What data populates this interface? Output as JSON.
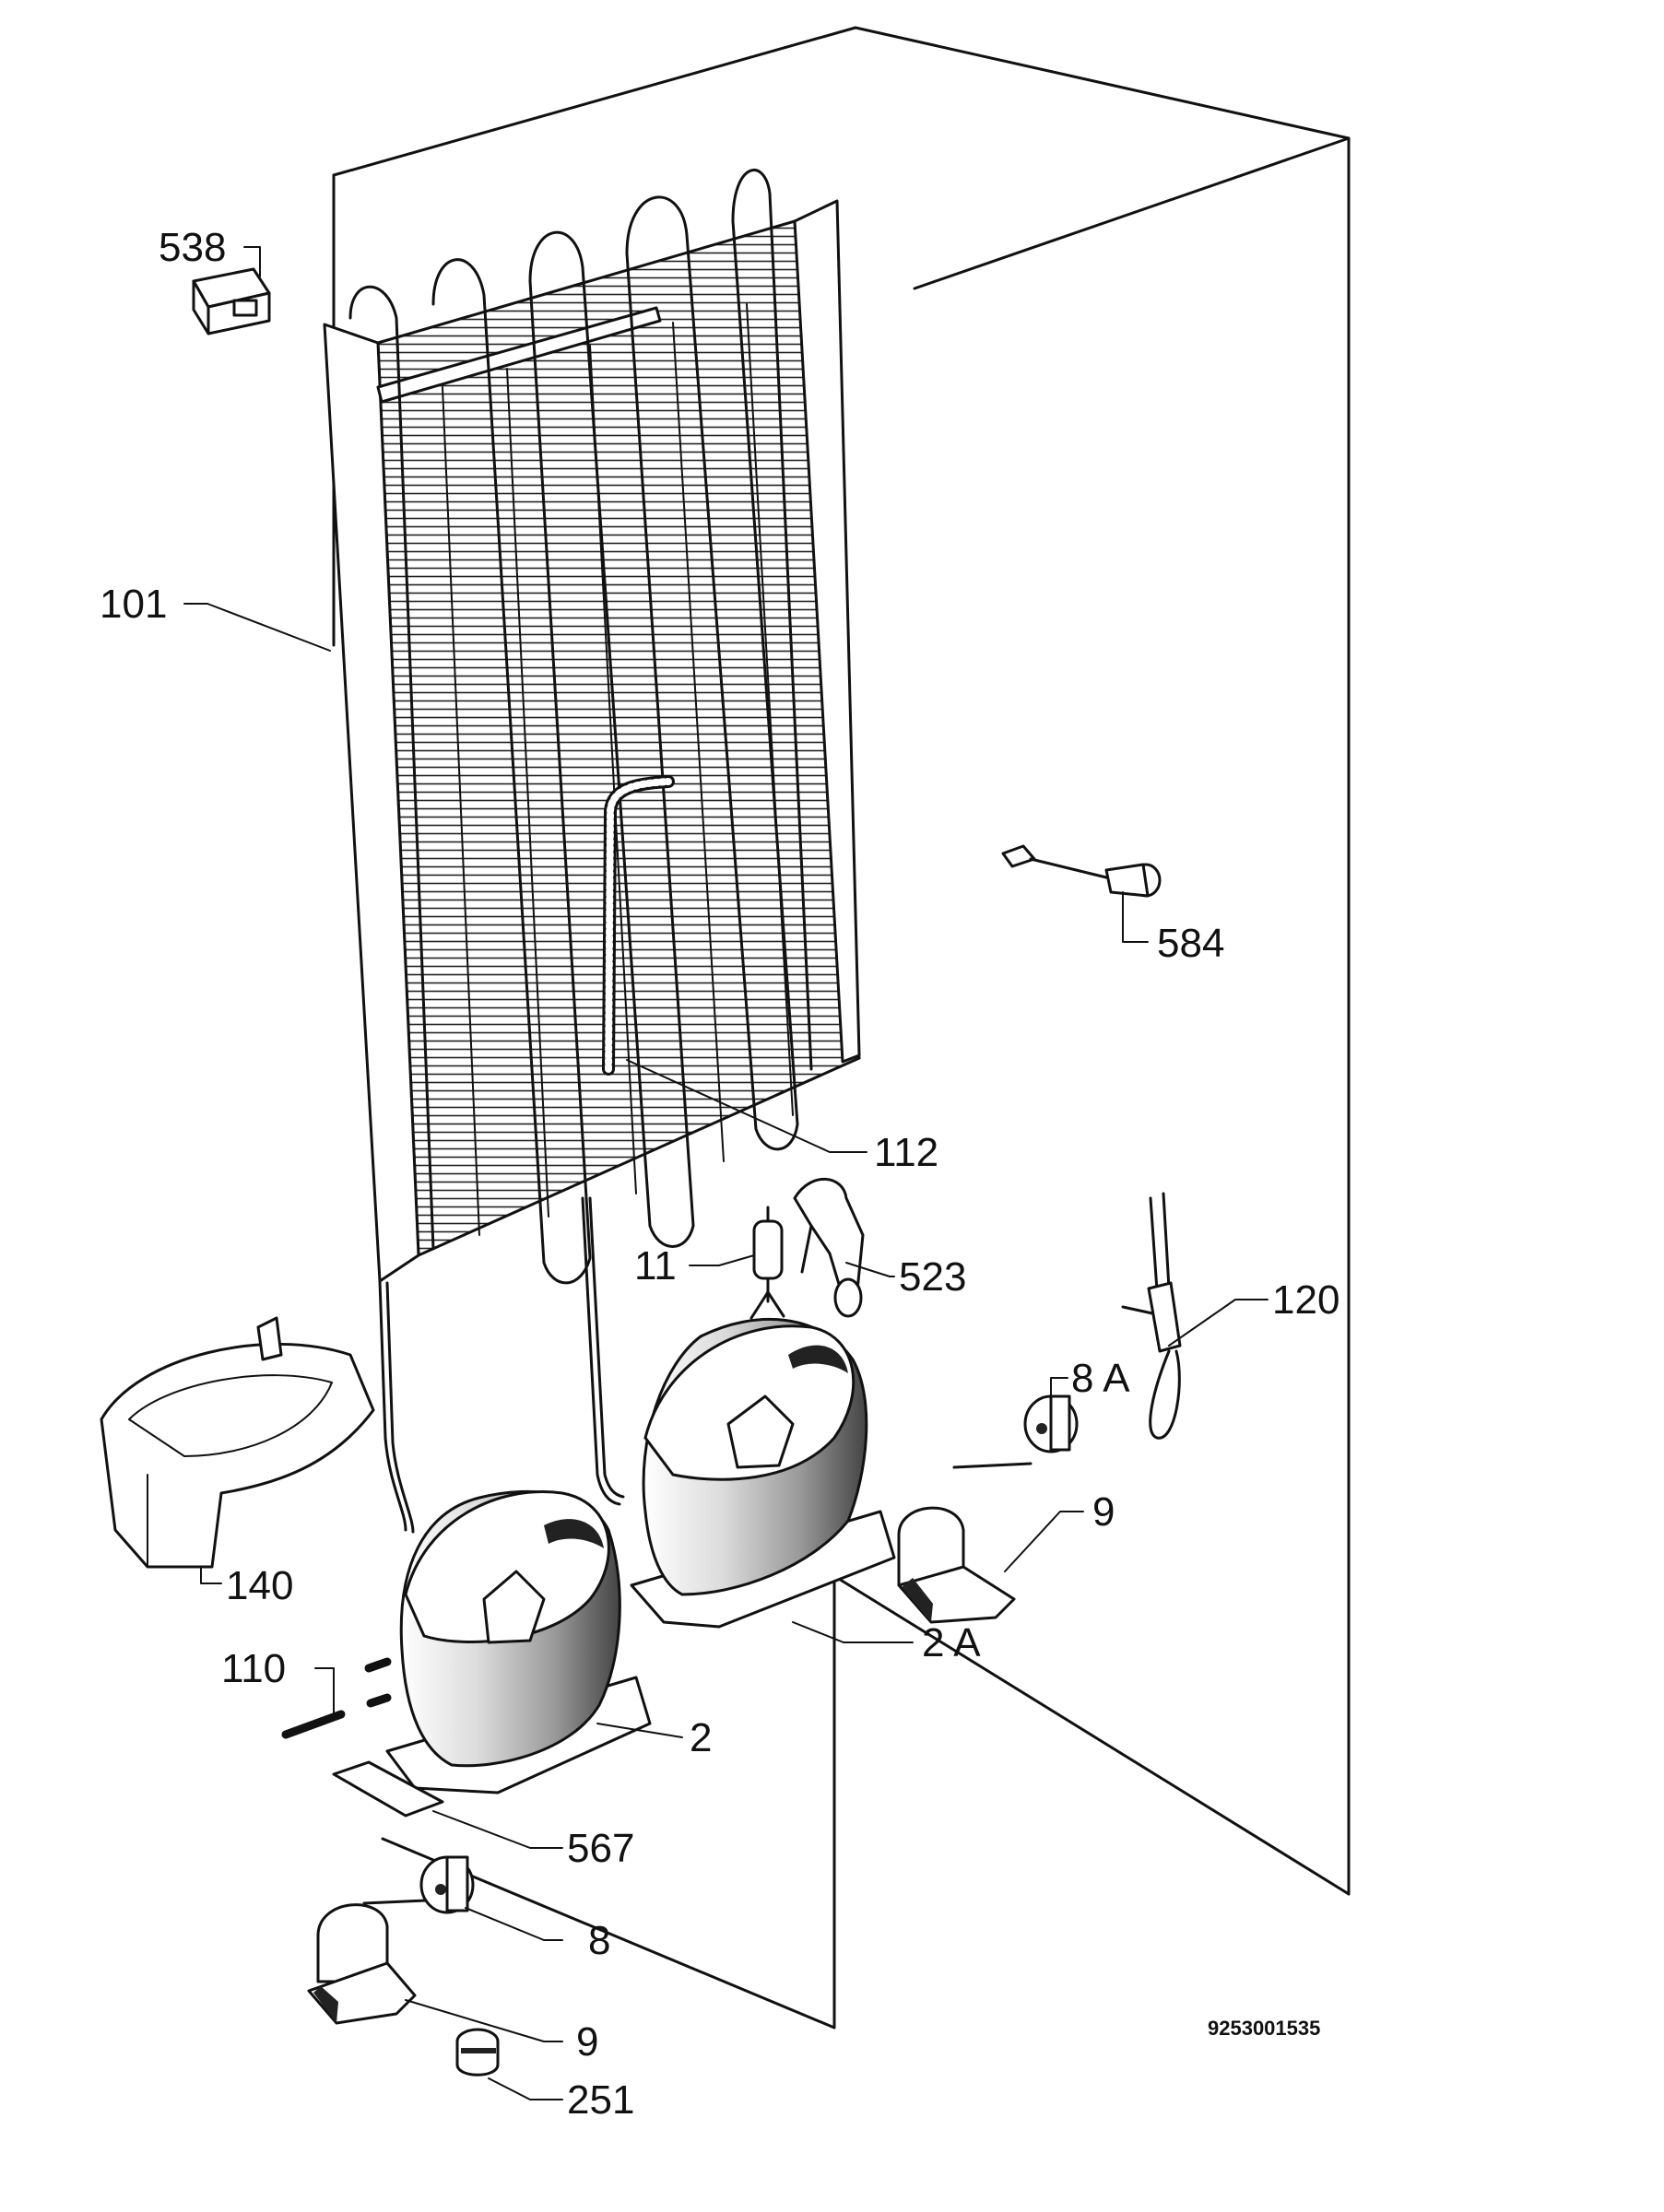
{
  "diagram": {
    "document_code": "9253001535",
    "callouts": [
      {
        "id": "538",
        "text": "538"
      },
      {
        "id": "101",
        "text": "101"
      },
      {
        "id": "584",
        "text": "584"
      },
      {
        "id": "112",
        "text": "112"
      },
      {
        "id": "11",
        "text": "11"
      },
      {
        "id": "523",
        "text": "523"
      },
      {
        "id": "120",
        "text": "120"
      },
      {
        "id": "8a",
        "text": "8 A"
      },
      {
        "id": "9a",
        "text": "9"
      },
      {
        "id": "140",
        "text": "140"
      },
      {
        "id": "2a",
        "text": "2 A"
      },
      {
        "id": "110",
        "text": "110"
      },
      {
        "id": "2",
        "text": "2"
      },
      {
        "id": "567",
        "text": "567"
      },
      {
        "id": "8",
        "text": "8"
      },
      {
        "id": "9b",
        "text": "9"
      },
      {
        "id": "251",
        "text": "251"
      }
    ]
  }
}
